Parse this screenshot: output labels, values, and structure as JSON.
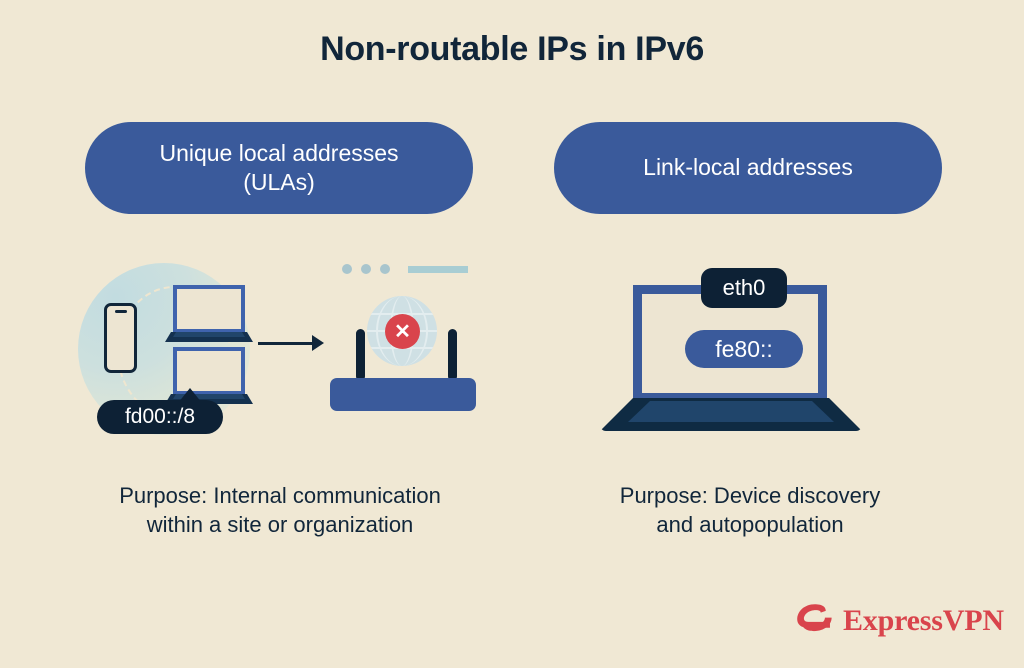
{
  "page": {
    "title": "Non-routable IPs in IPv6",
    "background_color": "#f0e8d4",
    "text_color": "#11263a",
    "accent_blue": "#3a5a9b",
    "accent_dark": "#0d2135",
    "accent_red": "#d9444c"
  },
  "columns": [
    {
      "heading": "Unique local addresses (ULAs)",
      "heading_line1": "Unique local addresses",
      "heading_line2": "(ULAs)",
      "address_label": "fd00::/8",
      "caption": "Purpose: Internal communication within a site or organization",
      "caption_line1": "Purpose: Internal communication",
      "caption_line2": "within a site or organization"
    },
    {
      "heading": "Link-local addresses",
      "interface_label": "eth0",
      "address_label": "fe80::",
      "caption": "Purpose: Device discovery and autopopulation",
      "caption_line1": "Purpose: Device discovery",
      "caption_line2": "and autopopulation"
    }
  ],
  "icons": {
    "blocked_internet": "x-mark",
    "globe": "globe-icon",
    "router": "router-icon",
    "phone": "smartphone-icon",
    "laptop": "laptop-icon",
    "arrow": "arrow-right-icon"
  },
  "logo": {
    "text": "ExpressVPN",
    "color": "#d9444c"
  }
}
